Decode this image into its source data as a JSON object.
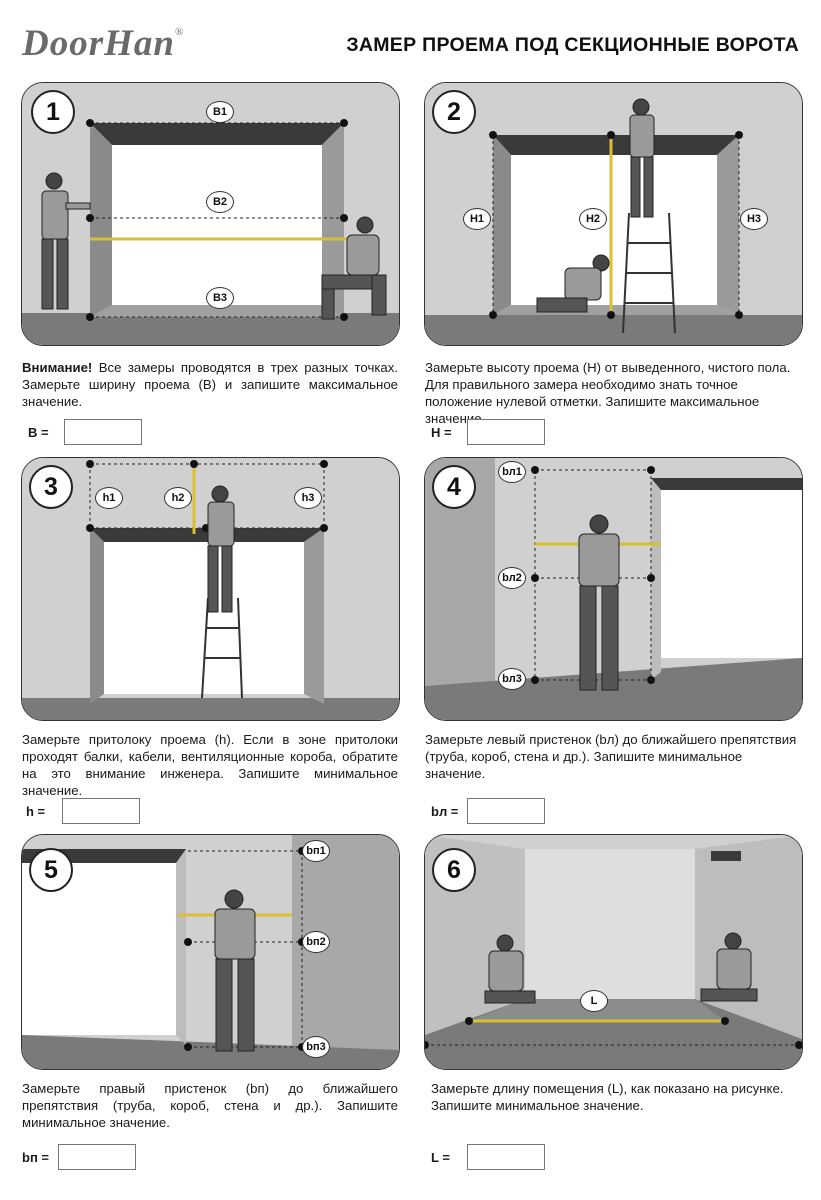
{
  "header": {
    "logo": "DoorHan",
    "logo_mark": "®",
    "title": "ЗАМЕР ПРОЕМА ПОД СЕКЦИОННЫЕ ВОРОТА"
  },
  "panels": [
    {
      "number": "1",
      "labels": [
        "B1",
        "B2",
        "B3"
      ],
      "warning": "Внимание!",
      "text": " Все замеры проводятся в трех разных точках. Замерьте ширину проема (B) и запишите максимальное значение.",
      "field_label": "B =",
      "field_value": ""
    },
    {
      "number": "2",
      "labels": [
        "H1",
        "H2",
        "H3"
      ],
      "text": "Замерьте высоту проема (H) от выведенного, чистого пола. Для правильного замера необходимо знать точное положение нулевой отметки. Запишите максимальное значение.",
      "field_label": "H =",
      "field_value": ""
    },
    {
      "number": "3",
      "labels": [
        "h1",
        "h2",
        "h3"
      ],
      "text": "Замерьте притолоку проема (h). Если в зоне притолоки проходят балки, кабели, вентиляционные короба, обратите на это внимание инженера. Запишите минимальное значение.",
      "field_label": "h =",
      "field_value": ""
    },
    {
      "number": "4",
      "labels": [
        "bл1",
        "bл2",
        "bл3"
      ],
      "text": "Замерьте левый пристенок (bл) до ближайшего препятствия (труба, короб, стена и др.). Запишите минимальное значение.",
      "field_label": "bл =",
      "field_value": ""
    },
    {
      "number": "5",
      "labels": [
        "bп1",
        "bп2",
        "bп3"
      ],
      "text": "Замерьте правый пристенок (bп) до ближайшего препятствия (труба, короб, стена и др.). Запишите минимальное значение.",
      "field_label": "bп =",
      "field_value": ""
    },
    {
      "number": "6",
      "labels": [
        "L"
      ],
      "text": "Замерьте длину помещения (L), как показано на рисунке. Запишите минимальное значение.",
      "field_label": "L =",
      "field_value": ""
    }
  ]
}
